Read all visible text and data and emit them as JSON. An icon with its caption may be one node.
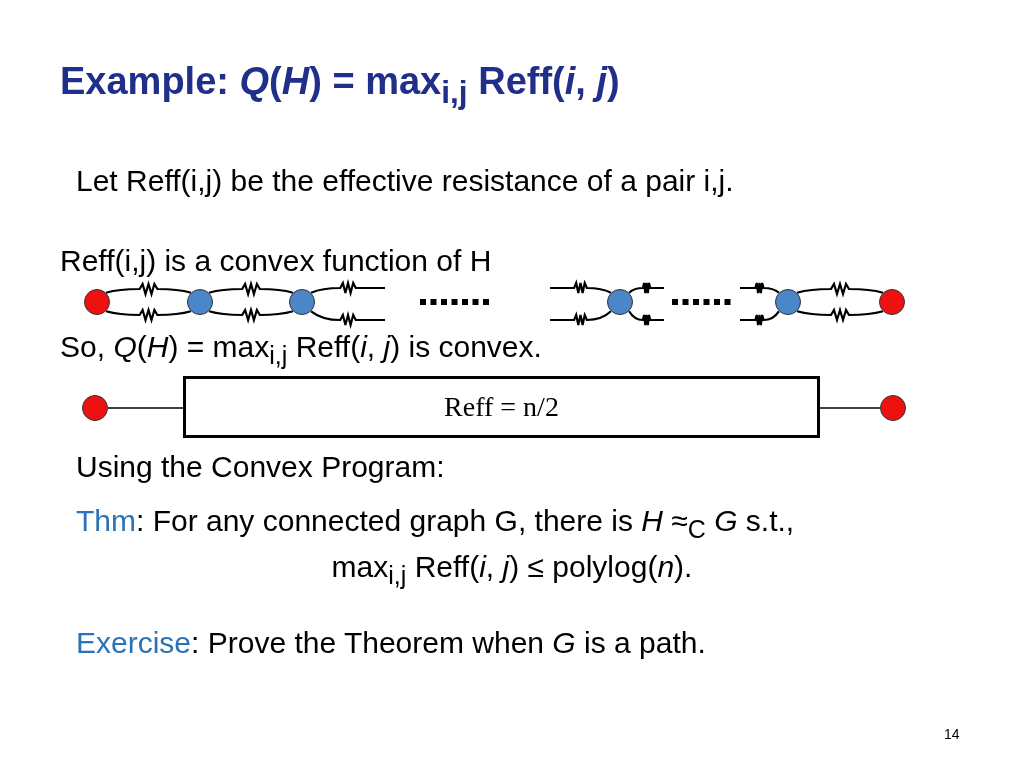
{
  "diagram": {
    "title": "Example: *Q*(*H*) = max$_{i,j}$ Reff(*i*, *j*)",
    "nodes": [
      {
        "text": [],
        "shape": "circle"
      },
      {
        "text": [],
        "shape": "circle"
      },
      {
        "text": [],
        "shape": "circle"
      },
      {
        "text": [],
        "shape": "circle"
      },
      {
        "text": [],
        "shape": "circle"
      },
      {
        "text": [],
        "shape": "circle"
      },
      {
        "text": [],
        "shape": "circle"
      },
      {
        "text": [
          "Reff = n/2"
        ]
      },
      {
        "text": [],
        "shape": "circle"
      }
    ],
    "edges": [
      {
        "from": 0,
        "to": 1,
        "arrow": "none"
      },
      {
        "from": 0,
        "to": 1,
        "arrow": "none"
      },
      {
        "from": 1,
        "to": 2,
        "arrow": "none"
      },
      {
        "from": 1,
        "to": 2,
        "arrow": "none"
      },
      {
        "from": 2,
        "to": null,
        "arrow": "none"
      },
      {
        "from": 2,
        "to": null,
        "arrow": "none"
      },
      {
        "from": null,
        "to": 3,
        "arrow": "none"
      },
      {
        "from": null,
        "to": 3,
        "arrow": "none"
      },
      {
        "from": 3,
        "to": null,
        "arrow": "none"
      },
      {
        "from": 3,
        "to": null,
        "arrow": "none"
      },
      {
        "from": null,
        "to": 4,
        "arrow": "none"
      },
      {
        "from": null,
        "to": 4,
        "arrow": "none"
      },
      {
        "from": 4,
        "to": 5,
        "arrow": "none"
      },
      {
        "from": 4,
        "to": 5,
        "arrow": "none"
      },
      {
        "from": 6,
        "to": 7,
        "arrow": "none"
      },
      {
        "from": 7,
        "to": 8,
        "arrow": "none"
      }
    ],
    "labels": [
      "Let Reff(i,j) be the effective resistance of a pair i,j.",
      "Reff(i,j) is a convex function of H",
      "So, *Q*(*H*) = max$_{i,j}$ Reff(*i*, *j*) is convex.",
      "Using the Convex Program:",
      "Thm: For any connected graph G, there is *H* ≈$_{C}$ *G* s.t.,",
      "max$_{i,j}$ Reff(*i*, *j*) ≤ polylog(*n*).",
      "Exercise: Prove the Theorem when *G* is a path.",
      "14"
    ]
  }
}
